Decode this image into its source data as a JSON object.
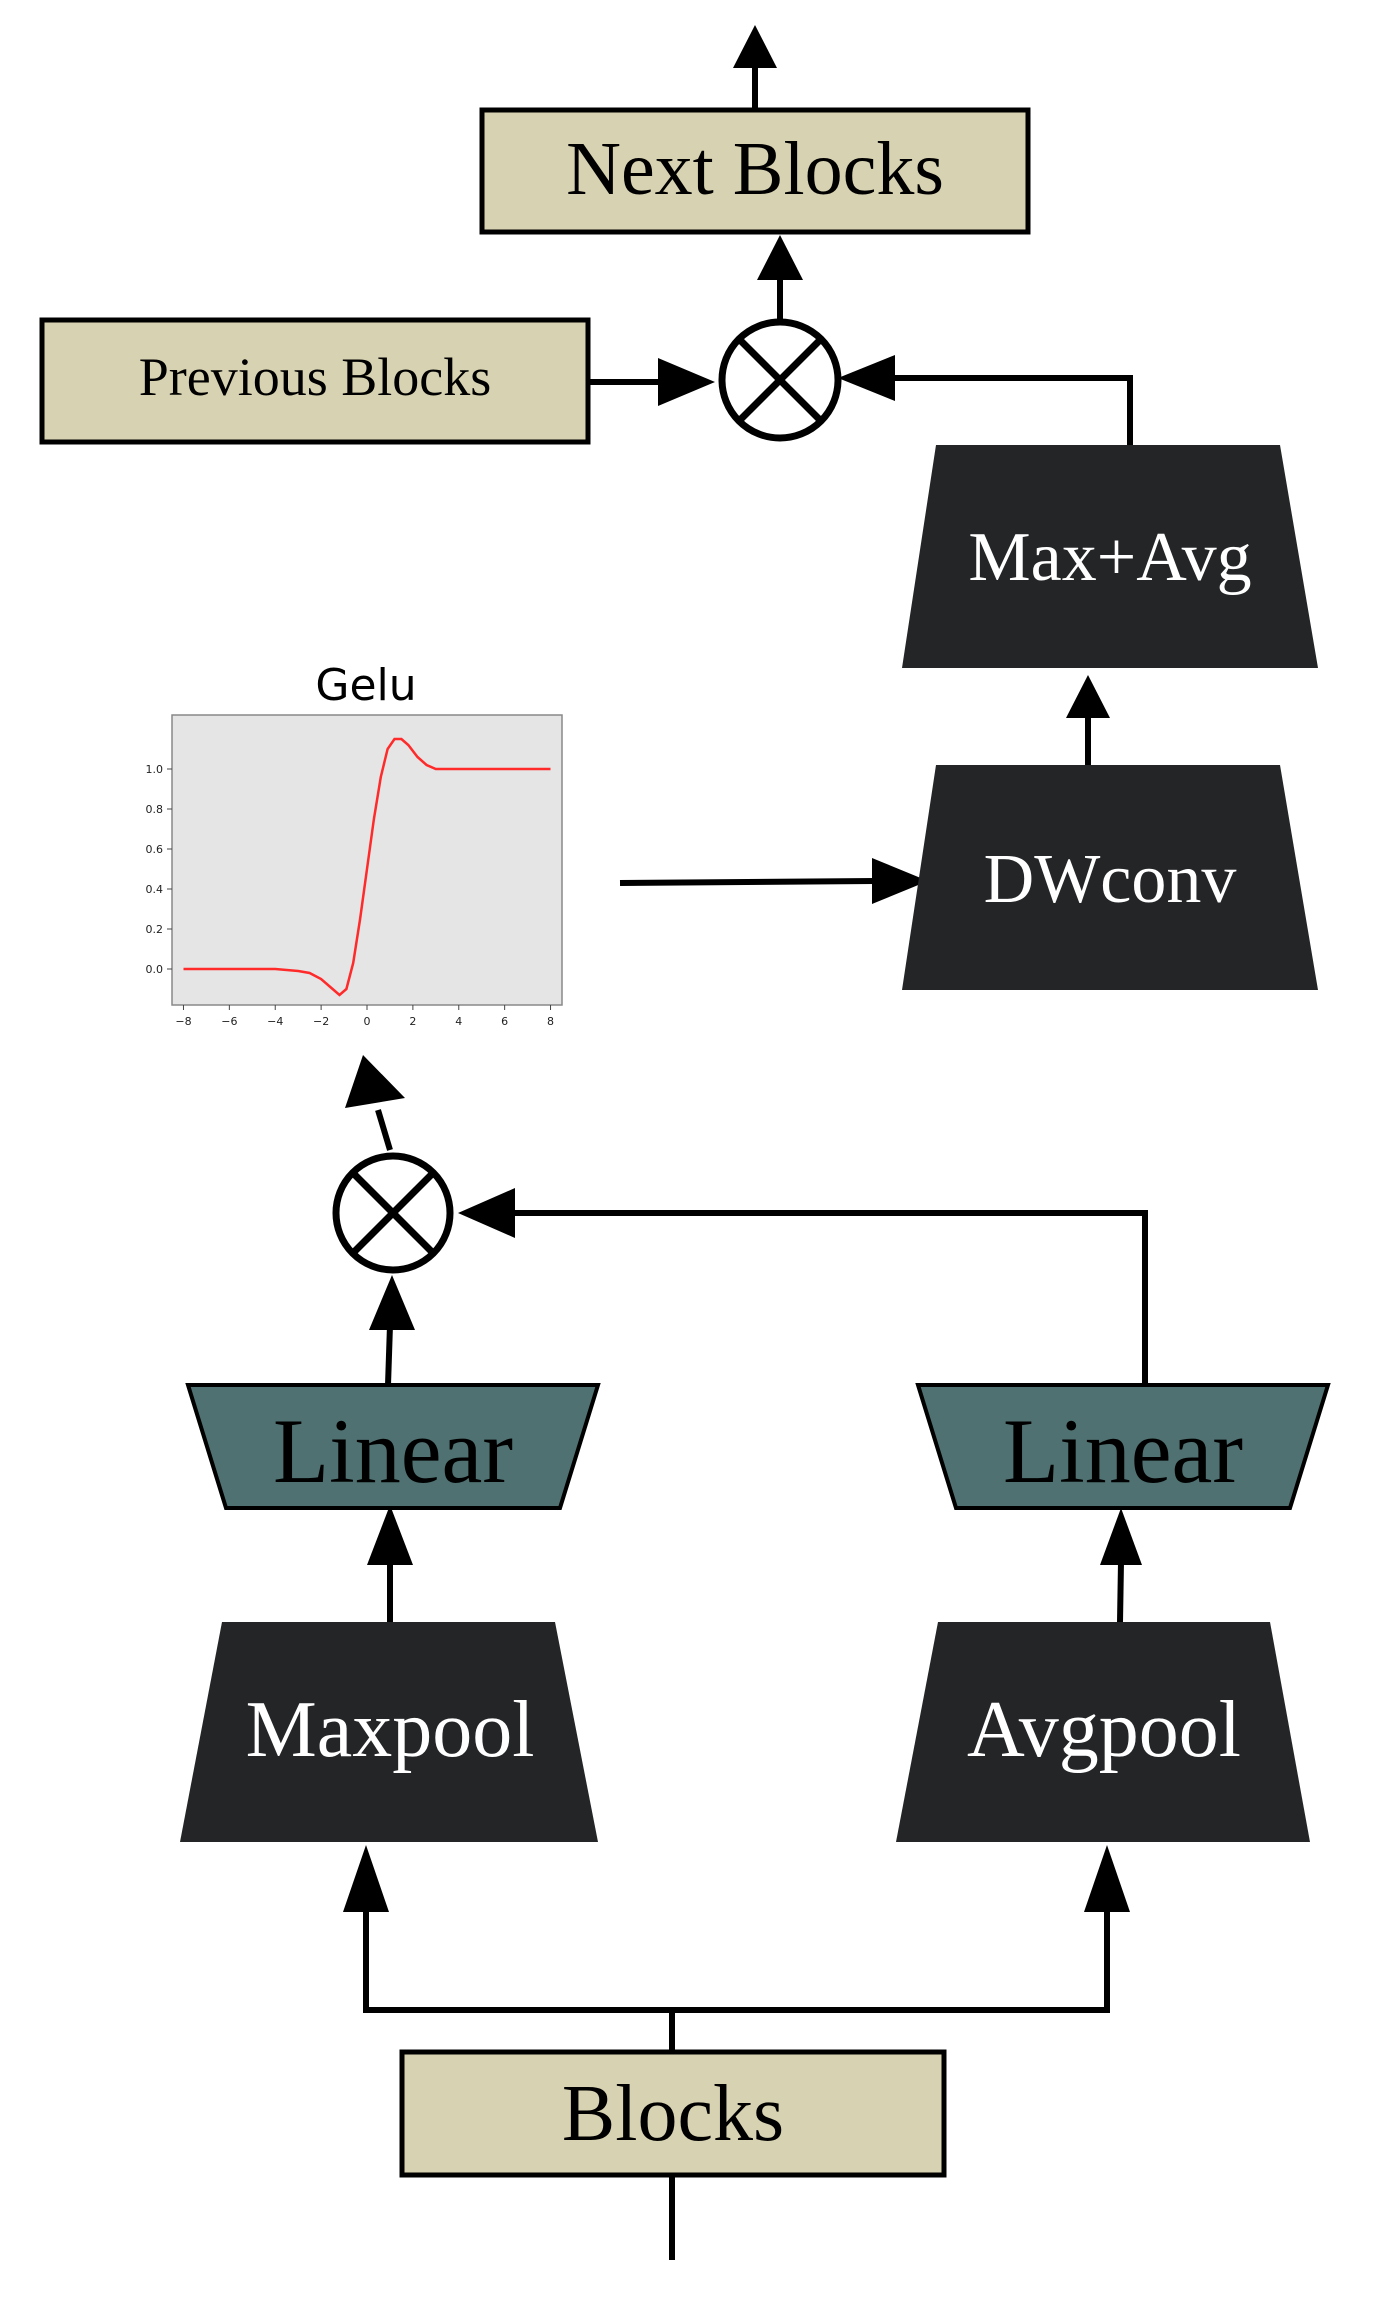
{
  "blocks": {
    "next": "Next Blocks",
    "previous": "Previous Blocks",
    "input": "Blocks"
  },
  "layers": {
    "max_avg": "Max+Avg",
    "dwconv": "DWconv",
    "linear_left": "Linear",
    "linear_right": "Linear",
    "maxpool": "Maxpool",
    "avgpool": "Avgpool"
  },
  "operators": {
    "top": "multiply-icon",
    "bottom": "multiply-icon"
  },
  "colors": {
    "block_fill": "#d7d2b1",
    "dark_layer": "#232527",
    "linear_layer": "#4f7171",
    "plot_bg": "#e5e5e5",
    "curve": "#ff2a2a",
    "line": "#000000"
  },
  "chart_data": {
    "type": "line",
    "title": "Gelu",
    "xlabel": "",
    "ylabel": "",
    "xlim": [
      -8.5,
      8.5
    ],
    "ylim": [
      -0.18,
      1.27
    ],
    "x_ticks": [
      "−8",
      "−6",
      "−4",
      "−2",
      "0",
      "2",
      "4",
      "6",
      "8"
    ],
    "y_ticks": [
      "0.0",
      "0.2",
      "0.4",
      "0.6",
      "0.8",
      "1.0"
    ],
    "grid": false,
    "series": [
      {
        "x": [
          -8,
          -6,
          -4,
          -3,
          -2.5,
          -2,
          -1.5,
          -1.2,
          -0.9,
          -0.6,
          -0.3,
          0,
          0.3,
          0.6,
          0.9,
          1.2,
          1.5,
          1.8,
          2.2,
          2.6,
          3,
          4,
          5,
          6,
          7,
          8
        ],
        "y": [
          0.0,
          0.0,
          0.0,
          -0.01,
          -0.02,
          -0.05,
          -0.1,
          -0.13,
          -0.1,
          0.03,
          0.25,
          0.5,
          0.75,
          0.96,
          1.1,
          1.15,
          1.15,
          1.12,
          1.06,
          1.02,
          1.0,
          1.0,
          1.0,
          1.0,
          1.0,
          1.0
        ]
      }
    ]
  }
}
